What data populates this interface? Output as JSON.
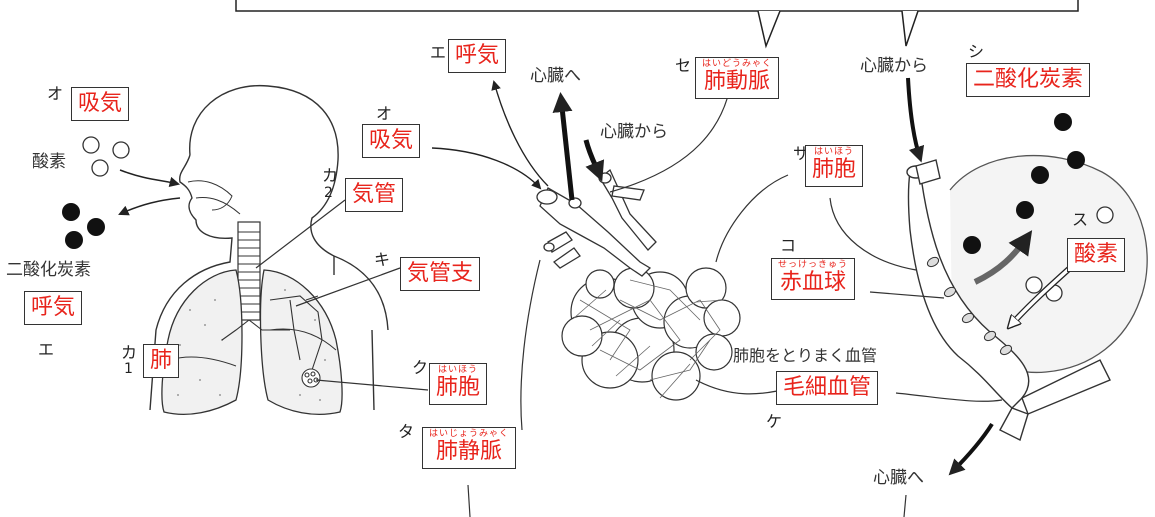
{
  "colors": {
    "answer": "#e8241c",
    "line": "#222222",
    "arrow_gray": "#666666"
  },
  "markers": {
    "o_left": "オ",
    "ka2": "カ",
    "ka2_num": "2",
    "ki": "キ",
    "e_left": "エ",
    "ka1": "カ",
    "ka1_num": "1",
    "ku": "ク",
    "ta": "タ",
    "e_center": "エ",
    "o_center": "オ",
    "se": "セ",
    "sa": "サ",
    "ko": "コ",
    "ke": "ケ",
    "shi": "シ",
    "su": "ス"
  },
  "answers": {
    "kyuuki_left": "吸気",
    "kikan": "気管",
    "kokyuu_left": "呼気",
    "hai": "肺",
    "haihou_ku": {
      "text": "肺胞",
      "furigana": "はいほう"
    },
    "haijoumyaku": {
      "text": "肺静脈",
      "furigana": "はいじょうみゃく"
    },
    "kikanshi": "気管支",
    "kokyuu_center": "呼気",
    "kyuuki_center": "吸気",
    "haidoumyaku": {
      "text": "肺動脈",
      "furigana": "はいどうみゃく"
    },
    "haihou_sa": {
      "text": "肺胞",
      "furigana": "はいほう"
    },
    "sekkekkyuu": {
      "text": "赤血球",
      "furigana": "せっけっきゅう"
    },
    "moukekkan": "毛細血管",
    "nisankatanso": "二酸化炭素",
    "sanso": "酸素"
  },
  "texts": {
    "sanso_left": "酸素",
    "nisankatanso_left": "二酸化炭素",
    "shinzou_he_center": "心臓へ",
    "shinzou_kara_center": "心臓から",
    "shinzou_kara_right": "心臓から",
    "shinzou_he_right": "心臓へ",
    "haihou_torimaku": "肺胞をとりまく血管"
  }
}
